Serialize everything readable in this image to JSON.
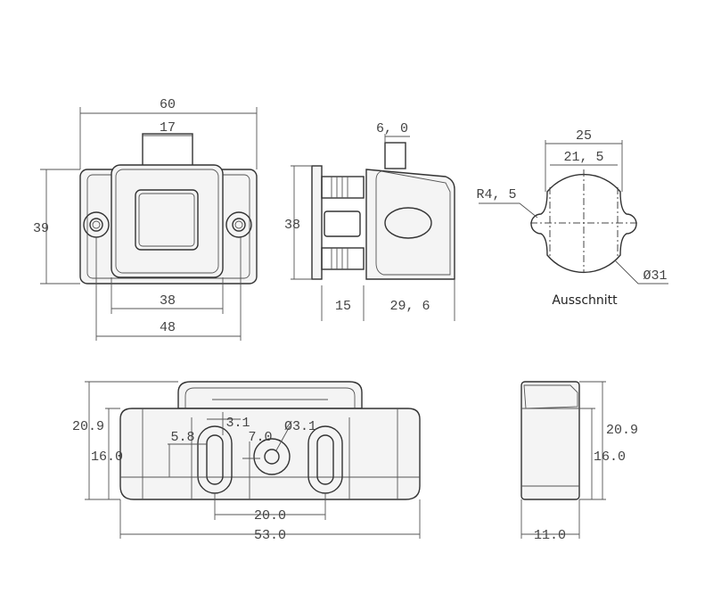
{
  "front_view": {
    "width_total": "60",
    "tab_width": "17",
    "height": "39",
    "button_width": "38",
    "screw_spacing": "48"
  },
  "side_view": {
    "height": "38",
    "stub": "6, 0",
    "flange_depth": "15",
    "body_depth": "29, 6"
  },
  "cutout": {
    "width_outer": "25",
    "width_inner": "21, 5",
    "radius": "R4, 5",
    "diameter": "Ø31",
    "caption": "Ausschnitt"
  },
  "bottom_view": {
    "height_total": "20.9",
    "height_base": "16.0",
    "dim_5_8": "5.8",
    "dim_3_1": "3.1",
    "dim_7_0": "7.0",
    "hole_dia": "Ø3.1",
    "slot_spacing": "20.0",
    "length": "53.0"
  },
  "end_view": {
    "height_total": "20.9",
    "height_base": "16.0",
    "width": "11.0"
  }
}
